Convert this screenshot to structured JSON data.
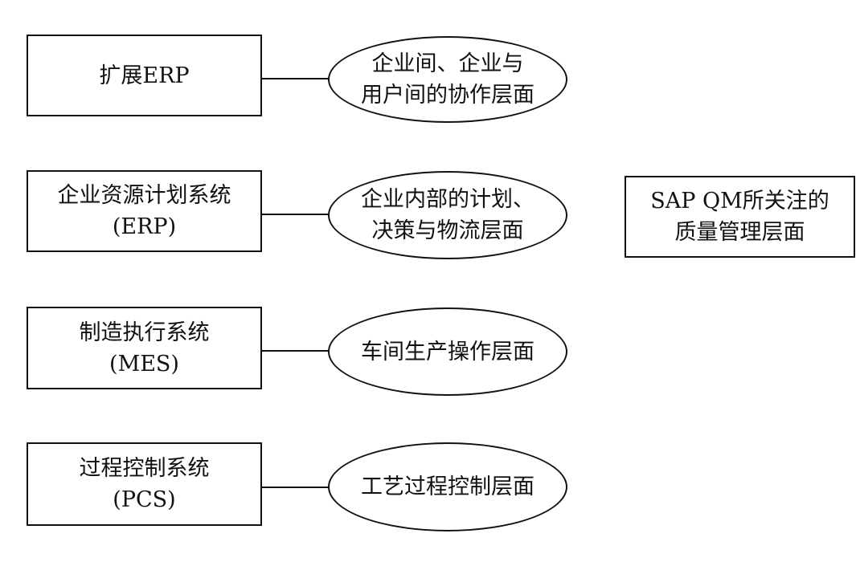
{
  "rows": [
    {
      "system": {
        "line1": "扩展ERP",
        "line2": ""
      },
      "layer": {
        "line1": "企业间、企业与",
        "line2": "用户间的协作层面"
      }
    },
    {
      "system": {
        "line1": "企业资源计划系统",
        "line2": "(ERP)"
      },
      "layer": {
        "line1": "企业内部的计划、",
        "line2": "决策与物流层面"
      }
    },
    {
      "system": {
        "line1": "制造执行系统",
        "line2": "(MES)"
      },
      "layer": {
        "line1": "车间生产操作层面",
        "line2": ""
      }
    },
    {
      "system": {
        "line1": "过程控制系统",
        "line2": "(PCS)"
      },
      "layer": {
        "line1": "工艺过程控制层面",
        "line2": ""
      }
    }
  ],
  "qm_box": {
    "line1": "SAP QM所关注的",
    "line2": "质量管理层面"
  },
  "colors": {
    "stroke": "#111111",
    "background": "#ffffff"
  }
}
